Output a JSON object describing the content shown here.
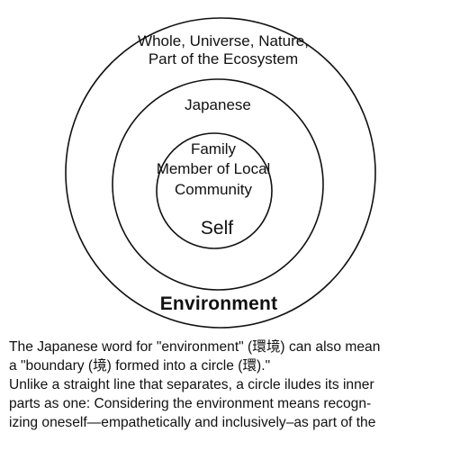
{
  "diagram": {
    "outer_lines": [
      "Whole, Universe, Nature,",
      "Part of the Ecosystem"
    ],
    "middle_label": "Japanese",
    "inner_lines": [
      "Family",
      "Member of Local",
      "Community"
    ],
    "center_label": "Self",
    "bottom_label": "Environment"
  },
  "caption": {
    "lines": [
      "The Japanese word for \"environment\" (環境) can also mean",
      "a \"boundary (境) formed into a circle (環).\"",
      "Unlike a straight line that separates, a circle iludes its inner",
      "parts as one: Considering the environment means recogn-",
      "izing oneself—empathetically and inclusively–as part of the"
    ]
  },
  "colors": {
    "stroke": "#111111",
    "background": "#ffffff"
  }
}
